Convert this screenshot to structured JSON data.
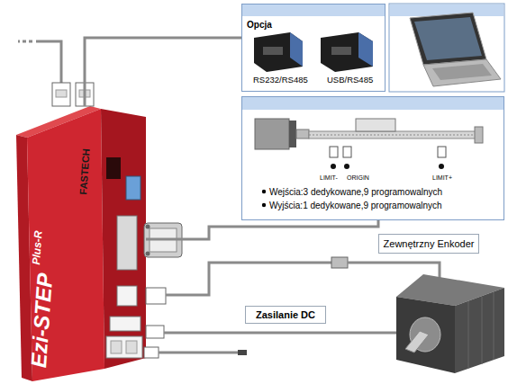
{
  "diagram": {
    "nodes": [
      {
        "text": [
          "Opcja",
          "RS232/RS485",
          "USB/RS485"
        ]
      },
      {
        "text": [
          "LIMIT-",
          "ORIGIN",
          "LIMIT+",
          "Wejścia:3 dedykowane,9 programowalnych",
          "Wyjścia:1 dedykowane,9 programowalnych"
        ]
      },
      {
        "text": [
          "Ezi-STEP",
          "Plus-R",
          "FASTECH"
        ]
      },
      {
        "text": [
          "Zewnętrzny Enkoder"
        ]
      },
      {
        "text": [
          "Zasilanie DC"
        ]
      }
    ],
    "edges": [
      {
        "from": 2,
        "to": 0,
        "arrow": "none"
      },
      {
        "from": 2,
        "to": 1,
        "arrow": "none"
      }
    ]
  }
}
